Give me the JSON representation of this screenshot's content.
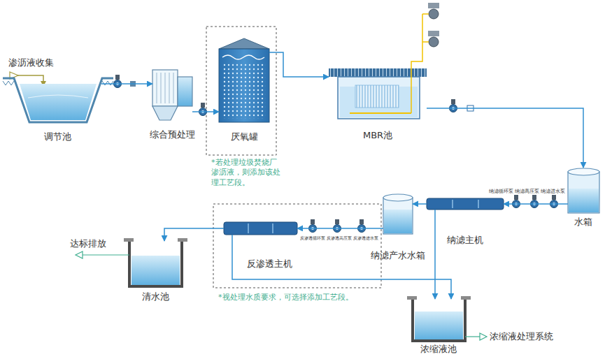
{
  "diagram": {
    "nodes": [
      {
        "text": [
          "调节池"
        ]
      },
      {
        "text": [
          "综合预处理"
        ]
      },
      {
        "text": [
          "厌氧罐"
        ]
      },
      {
        "text": [
          "MBR池"
        ]
      },
      {
        "text": [
          "水箱"
        ]
      },
      {
        "text": [
          "纳滤主机"
        ]
      },
      {
        "text": [
          "纳滤产水水箱"
        ]
      },
      {
        "text": [
          "反渗透主机"
        ]
      },
      {
        "text": [
          "清水池"
        ]
      },
      {
        "text": [
          "浓缩液池"
        ]
      }
    ],
    "edges": [
      {
        "from": 0,
        "to": 1,
        "arrow": "to"
      },
      {
        "from": 1,
        "to": 2,
        "arrow": "to"
      },
      {
        "from": 2,
        "to": 3,
        "arrow": "to"
      },
      {
        "from": 3,
        "to": 4,
        "arrow": "to"
      },
      {
        "from": 4,
        "to": 5,
        "arrow": "to"
      },
      {
        "from": 5,
        "to": 6,
        "arrow": "to"
      },
      {
        "from": 6,
        "to": 7,
        "arrow": "to"
      },
      {
        "from": 7,
        "to": 8,
        "arrow": "to"
      },
      {
        "from": 5,
        "to": 9,
        "arrow": "to"
      },
      {
        "from": 7,
        "to": 9,
        "arrow": "to"
      }
    ],
    "labels": [
      "渗沥液收集",
      "*若处理垃圾焚烧厂渗沥液，则添加该处理工艺段。",
      "纳滤循环泵",
      "纳滤高压泵",
      "纳滤进水泵",
      "反渗透循环泵",
      "反渗透高压泵",
      "反渗透进水泵",
      "*视处理水质要求，可选择添加工艺段。",
      "达标排放",
      "浓缩液处理系统"
    ]
  }
}
